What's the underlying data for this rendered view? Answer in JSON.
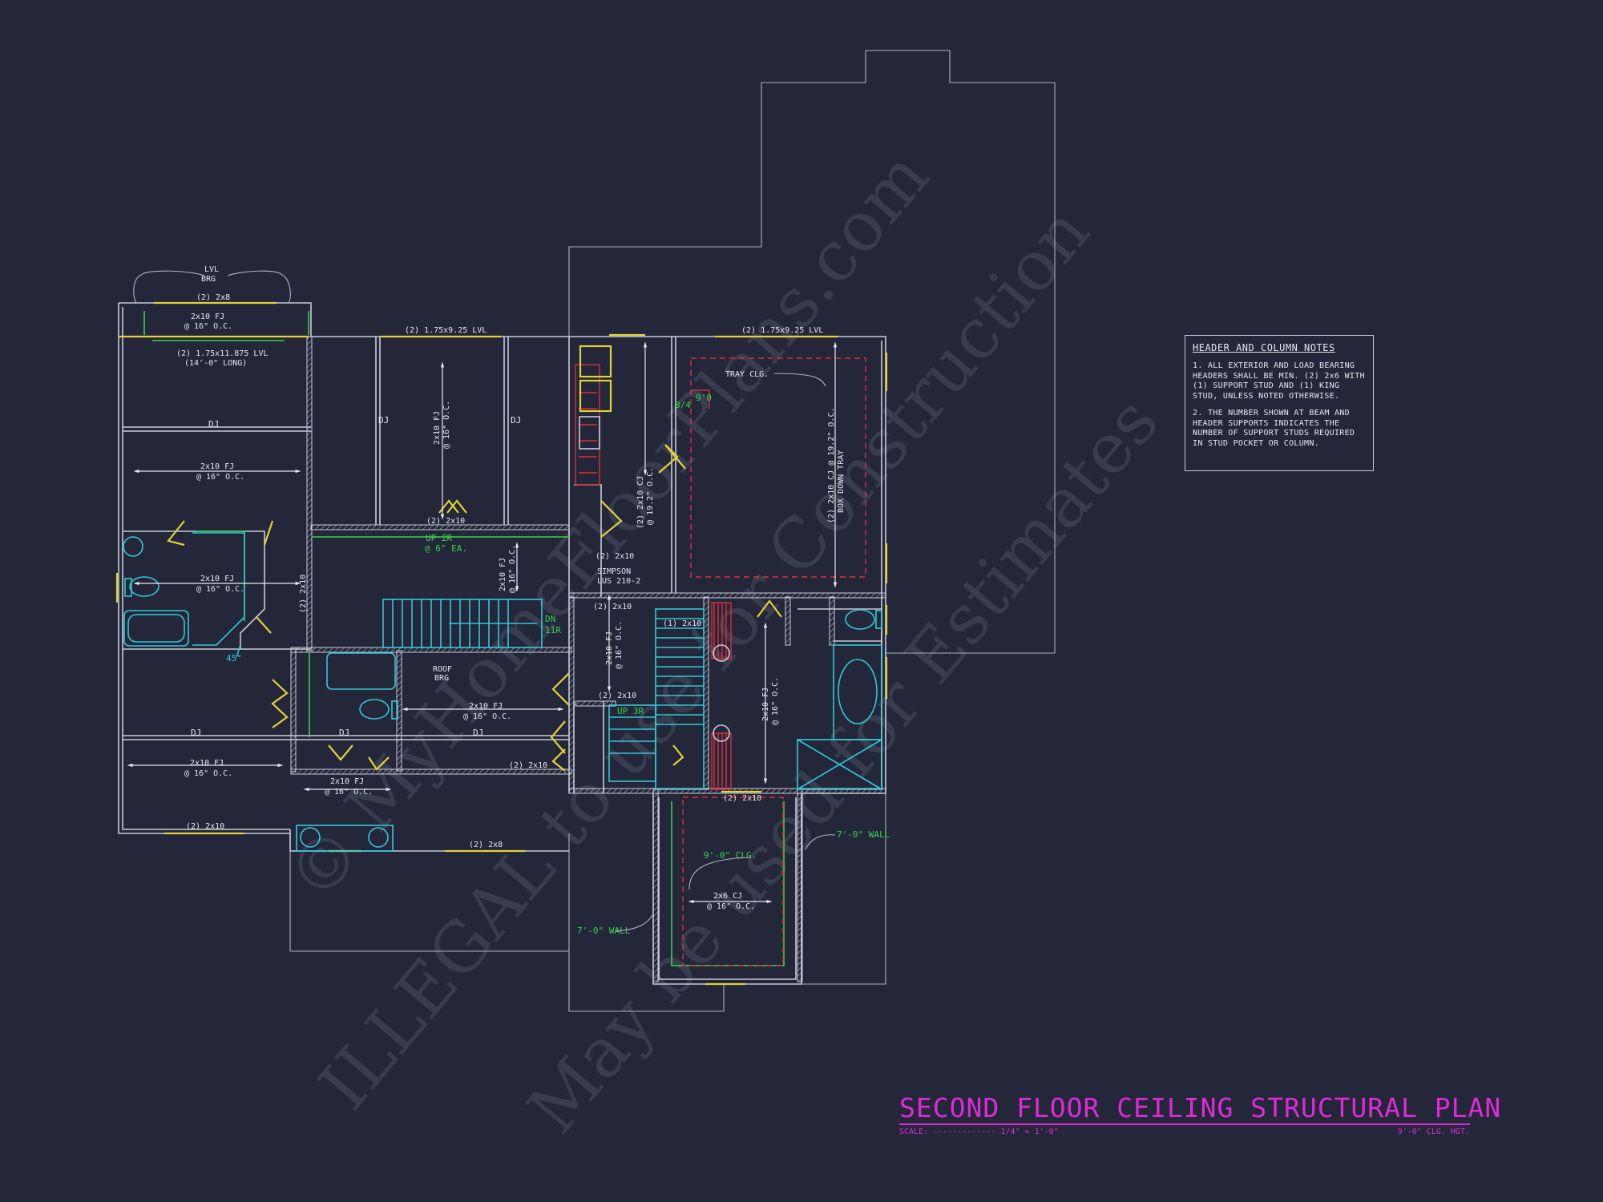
{
  "title_block": {
    "title": "SECOND FLOOR CEILING STRUCTURAL PLAN",
    "scale_label": "SCALE:",
    "scale_value": "1/4\" = 1'-0\"",
    "ceiling_height": "9'-0\" CLG. HGT."
  },
  "notes": {
    "heading": "HEADER AND COLUMN NOTES",
    "items": [
      "1. ALL EXTERIOR AND LOAD BEARING HEADERS SHALL BE MIN. (2) 2x6 WITH (1) SUPPORT STUD AND (1) KING STUD, UNLESS NOTED OTHERWISE.",
      "2. THE NUMBER SHOWN AT BEAM AND HEADER SUPPORTS INDICATES THE NUMBER OF SUPPORT STUDS REQUIRED IN STUD POCKET OR COLUMN."
    ]
  },
  "watermark": {
    "line1": "© MyHomeFloorPlans.com",
    "line2": "ILLEGAL to use for Construction",
    "line3": "May be used for Estimates"
  },
  "labels": {
    "lvl_brg": "LVL",
    "lvl_brg2": "BRG",
    "h_2x8_top": "(2) 2x8",
    "fj_top": "2x10 FJ",
    "fj_top_oc": "@ 16\" O.C.",
    "lvl_1875": "(2) 1.75x11.875 LVL",
    "lvl_1875_len": "(14'-0\" LONG)",
    "lvl_925_a": "(2) 1.75x9.25 LVL",
    "lvl_925_b": "(2) 1.75x9.25 LVL",
    "dj_1": "DJ",
    "dj_2": "DJ",
    "dj_3": "DJ",
    "dj_4": "DJ",
    "dj_5": "DJ",
    "dj_6": "DJ",
    "fj_left1": "2x10 FJ",
    "fj_left1_oc": "@ 16\" O.C.",
    "fj_mid_v": "2x10 FJ",
    "fj_mid_v_oc": "@ 16\" O.C.",
    "tray": "TRAY CLG.",
    "tray_ht": "9'0",
    "tray_ht2": "8/4",
    "cj_v": "(2) 2x10 CJ @ 19.2\" O.C.",
    "box_down": "BOX DOWN TRAY",
    "cj_mid": "(2) 2x10 CJ",
    "cj_mid_oc": "@ 19.2\" O.C.",
    "h_2x10_a": "(2) 2x10",
    "up_2r": "UP 2R",
    "at_6_ea": "@ 6\" EA.",
    "fj_bath": "2x10 FJ",
    "fj_bath_oc": "@ 16\" O.C.",
    "h_2x10_v": "(2) 2x10",
    "fj_stair": "2x10 FJ",
    "fj_stair_oc": "@ 16\" O.C.",
    "h_2x10_b": "(2) 2x10",
    "simpson": "SIMPSON",
    "lus": "LUS 210-2",
    "dn": "DN",
    "dn_r": "11R",
    "h_2x10_c": "(2) 2x10",
    "h_2x10_d": "(1) 2x10",
    "fj_hall": "2x10 FJ",
    "fj_hall_oc": "@ 16\" O.C.",
    "roof_brg": "ROOF",
    "roof_brg2": "BRG",
    "angle": "45°",
    "fj_center": "2x10 FJ",
    "fj_center_oc": "@ 16\" O.C.",
    "h_2x10_e": "(2) 2x10",
    "up_3r": "UP 3R",
    "fj_master": "2x10 FJ",
    "fj_master_oc": "@ 16\" O.C.",
    "h_2x10_f": "(2) 2x10",
    "fj_left2": "2x10 FJ",
    "fj_left2_oc": "@ 16\" O.C.",
    "fj_closet": "2x10 FJ",
    "fj_closet_oc": "@ 16\" O.C.",
    "h_2x10_g": "(2) 2x10",
    "h_2x8_b": "(2) 2x8",
    "h_2x10_h": "(2) 2x10",
    "clg_9": "9'-0\" CLG.",
    "cj_2x6": "2x6 CJ",
    "cj_2x6_oc": "@ 16\" O.C.",
    "wall_7a": "7'-0\" WALL",
    "wall_7b": "7'-0\" WALL"
  }
}
